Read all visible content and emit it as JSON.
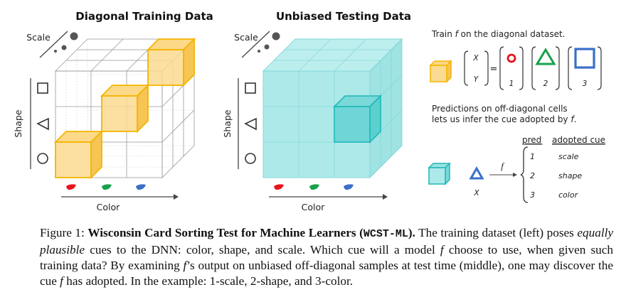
{
  "left_panel": {
    "title": "Diagonal Training Data",
    "scale_label": "Scale",
    "shape_label": "Shape",
    "color_label": "Color"
  },
  "middle_panel": {
    "title": "Unbiased Testing Data",
    "scale_label": "Scale",
    "shape_label": "Shape",
    "color_label": "Color"
  },
  "right_panel": {
    "train_text_prefix": "Train ",
    "train_f": "f",
    "train_text_suffix": " on the diagonal dataset.",
    "vec_x": "X",
    "vec_y": "Y",
    "equals": "=",
    "label_1": "1",
    "label_2": "2",
    "label_3": "3",
    "pred_line1": "Predictions on off-diagonal cells",
    "pred_line2_prefix": "lets us infer the cue adopted by ",
    "pred_line2_f": "f",
    "pred_line2_suffix": ".",
    "arrow_f": "f",
    "x_label": "X",
    "col_pred": "pred",
    "col_cue": "adopted cue",
    "rows": [
      {
        "pred": "1",
        "cue": "scale"
      },
      {
        "pred": "2",
        "cue": "shape"
      },
      {
        "pred": "3",
        "cue": "color"
      }
    ]
  },
  "caption": {
    "fig_label": "Figure 1: ",
    "bold_title": "Wisconsin Card Sorting Test for Machine Learners (",
    "mono": "WCST-ML",
    "bold_end": ").",
    "t1": " The training dataset (left) poses ",
    "italic": "equally plausible",
    "t2": " cues to the DNN: color, shape, and scale. Which cue will a model ",
    "f1": "f",
    "t3": " choose to use, when given such training data? By examining ",
    "f2": "f",
    "t4": "’s output on unbiased off-diagonal samples at test time (middle), one may discover the cue ",
    "f3": "f",
    "t5": " has adopted. In the example: 1-scale, 2-shape, and 3-color."
  },
  "colors": {
    "orange": "#f5b400",
    "orange_fill": "#f9d47a",
    "cyan": "#26c6c6",
    "cyan_fill": "#aee9ea",
    "red": "#e8131b",
    "green": "#17a04d",
    "blue": "#3b6fc8"
  }
}
